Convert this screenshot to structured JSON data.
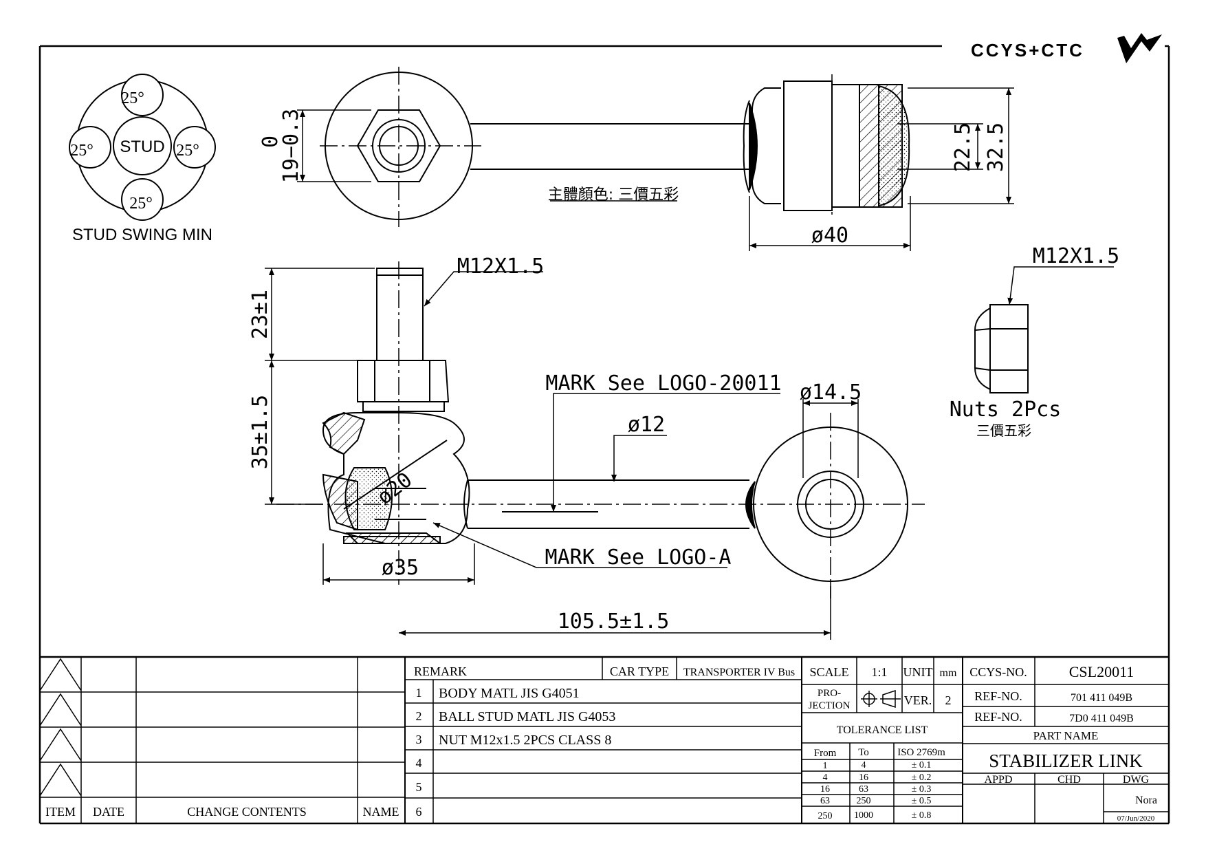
{
  "logo": {
    "text": "CCYS+CTC"
  },
  "stud_swing": {
    "top": "25°",
    "left": "25°",
    "right": "25°",
    "bottom": "25°",
    "center": "STUD",
    "caption": "STUD SWING MIN"
  },
  "dims": {
    "hex_flats_tol_top": "0",
    "hex_flats": "19−0.3",
    "boot_inner": "22.5",
    "boot_outer": "32.5",
    "eye_dia": "ø40",
    "thread_top": "M12X1.5",
    "thread_nut": "M12X1.5",
    "stud_len": "23±1",
    "body_height": "35±1.5",
    "mark_logo_model": "MARK See LOGO-20011",
    "eye_bore": "ø14.5",
    "rod_dia": "ø12",
    "ball_dia": "ø20",
    "housing_dia": "ø35",
    "mark_logo_a": "MARK See LOGO-A",
    "center_dist": "105.5±1.5"
  },
  "color_note": "主體顏色: 三價五彩",
  "nuts": {
    "label": "Nuts 2Pcs",
    "color": "三價五彩"
  },
  "title_block": {
    "revision_headers": {
      "item": "ITEM",
      "date": "DATE",
      "change": "CHANGE CONTENTS",
      "name": "NAME"
    },
    "remark_label": "REMARK",
    "car_type_label": "CAR TYPE",
    "car_type": "TRANSPORTER IV Bus",
    "remarks": [
      {
        "no": "1",
        "text": "BODY MATL JIS G4051"
      },
      {
        "no": "2",
        "text": "BALL STUD MATL JIS G4053"
      },
      {
        "no": "3",
        "text": "NUT M12x1.5 2PCS CLASS 8"
      },
      {
        "no": "4",
        "text": ""
      },
      {
        "no": "5",
        "text": ""
      },
      {
        "no": "6",
        "text": ""
      }
    ],
    "scale_label": "SCALE",
    "scale": "1:1",
    "unit_label": "UNIT",
    "unit": "mm",
    "projection_label": "PRO-\nJECTION",
    "ver_label": "VER.",
    "ver": "2",
    "tolerance_title": "TOLERANCE LIST",
    "tol_headers": {
      "from": "From",
      "to": "To",
      "iso": "ISO 2769m"
    },
    "tolerances": [
      {
        "from": "1",
        "to": "4",
        "tol": "± 0.1"
      },
      {
        "from": "4",
        "to": "16",
        "tol": "± 0.2"
      },
      {
        "from": "16",
        "to": "63",
        "tol": "± 0.3"
      },
      {
        "from": "63",
        "to": "250",
        "tol": "± 0.5"
      },
      {
        "from": "250",
        "to": "1000",
        "tol": "± 0.8"
      }
    ],
    "ccys_no_label": "CCYS-NO.",
    "ccys_no": "CSL20011",
    "ref_no_label": "REF-NO.",
    "ref_no_1": "701 411 049B",
    "ref_no_2": "7D0 411 049B",
    "part_name_label": "PART NAME",
    "part_name": "STABILIZER LINK",
    "appd_label": "APPD",
    "chd_label": "CHD",
    "dwg_label": "DWG",
    "dwg_by": "Nora",
    "date": "07/Jun/2020"
  }
}
